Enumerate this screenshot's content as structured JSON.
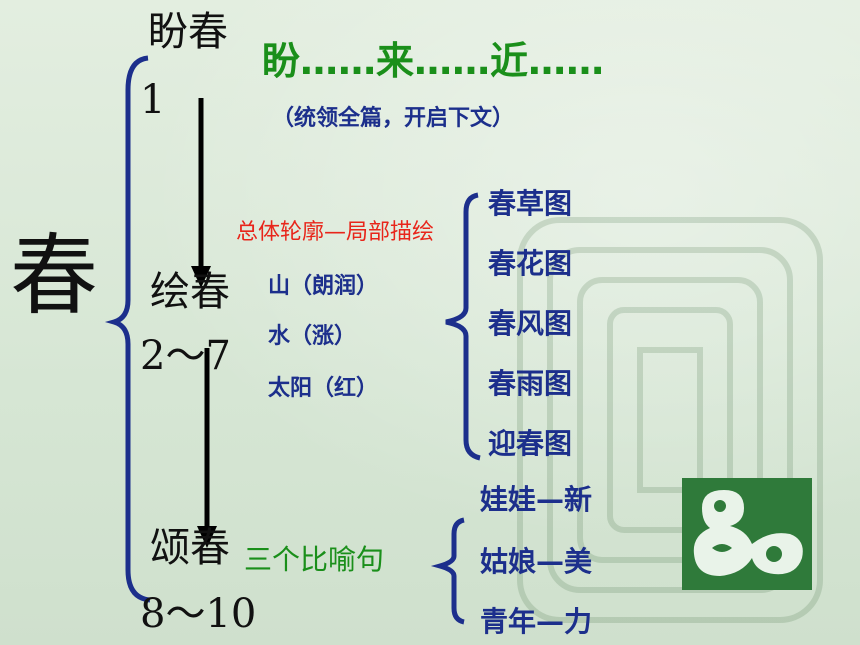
{
  "main_char": "春",
  "stage1": {
    "title": "盼春",
    "range": "1",
    "headline": "盼……来……近……",
    "note": "（统领全篇，开启下文）"
  },
  "stage2": {
    "title": "绘春",
    "range": "2～7",
    "method": "总体轮廓—局部描绘",
    "outline": [
      "山（朗润）",
      "水（涨）",
      "太阳（红）"
    ],
    "pictures": [
      "春草图",
      "春花图",
      "春风图",
      "春雨图",
      "迎春图"
    ]
  },
  "stage3": {
    "title": "颂春",
    "range": "8～10",
    "method": "三个比喻句",
    "metaphors": [
      "娃娃—新",
      "姑娘—美",
      "青年—力"
    ]
  }
}
